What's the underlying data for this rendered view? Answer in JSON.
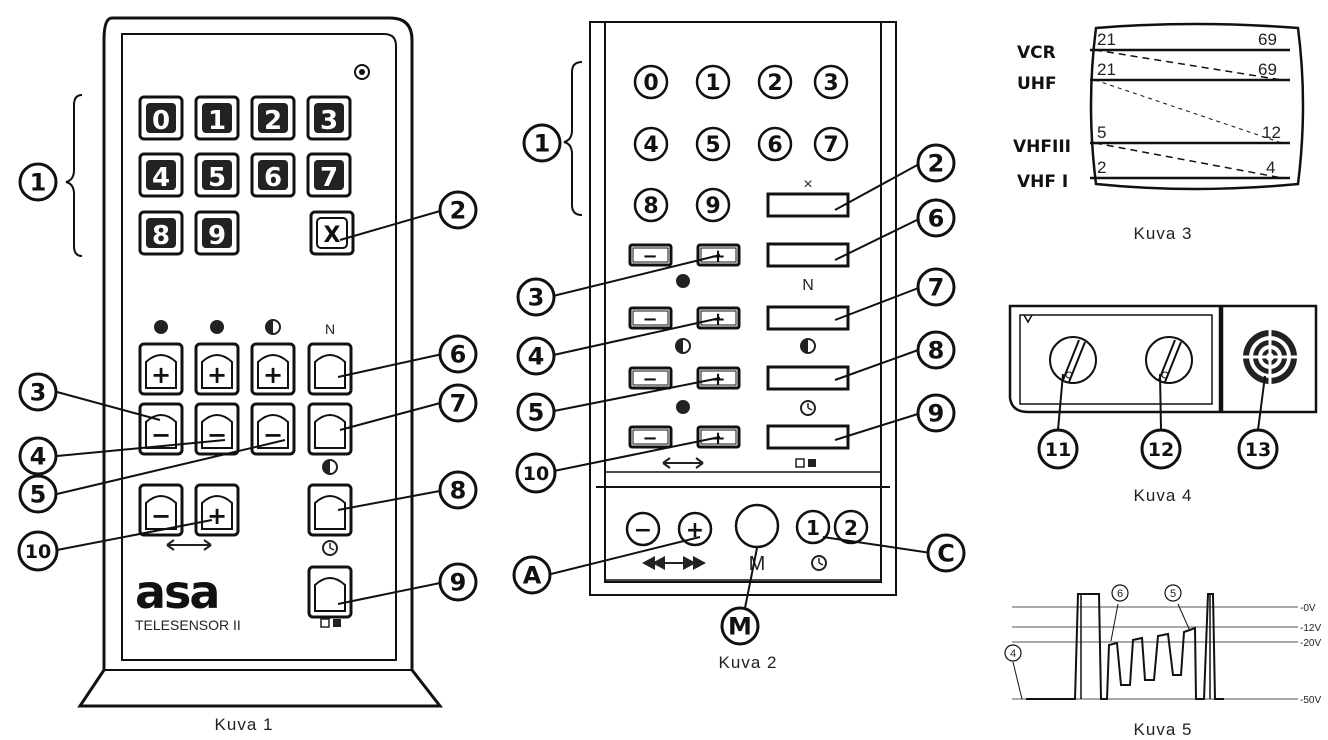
{
  "captions": {
    "kuva1": "Kuva 1",
    "kuva2": "Kuva 2",
    "kuva3": "Kuva 3",
    "kuva4": "Kuva 4",
    "kuva5": "Kuva 5"
  },
  "remote1": {
    "brand": "asa",
    "model": "TELESENSOR II",
    "digits": [
      "0",
      "1",
      "2",
      "3",
      "4",
      "5",
      "6",
      "7",
      "8",
      "9"
    ],
    "cancel_key": "X",
    "plus_key": "+",
    "minus_key": "−",
    "n_mark": "N"
  },
  "remote2": {
    "digits": [
      "0",
      "1",
      "2",
      "3",
      "4",
      "5",
      "6",
      "7",
      "8",
      "9"
    ],
    "cancel_mark": "×",
    "n_mark": "N",
    "plus_key": "+",
    "minus_key": "−",
    "m_key_mark": "M",
    "timer_keys": [
      "1",
      "2"
    ]
  },
  "callouts": {
    "c1": "1",
    "c2": "2",
    "c3": "3",
    "c4": "4",
    "c5": "5",
    "c6": "6",
    "c7": "7",
    "c8": "8",
    "c9": "9",
    "c10": "10",
    "c11": "11",
    "c12": "12",
    "c13": "13",
    "cA": "A",
    "cC": "C",
    "cM": "M"
  },
  "kuva3": {
    "bands": [
      {
        "name": "VCR",
        "start": "21",
        "end": "69"
      },
      {
        "name": "UHF",
        "start": "21",
        "end": "69"
      },
      {
        "name": "VHFIII",
        "start": "5",
        "end": "12"
      },
      {
        "name": "VHF I",
        "start": "2",
        "end": "4"
      }
    ]
  },
  "kuva5": {
    "levels": [
      "-0V",
      "-12V",
      "-20V",
      "-50V"
    ],
    "markers": [
      "4",
      "5",
      "6"
    ]
  }
}
